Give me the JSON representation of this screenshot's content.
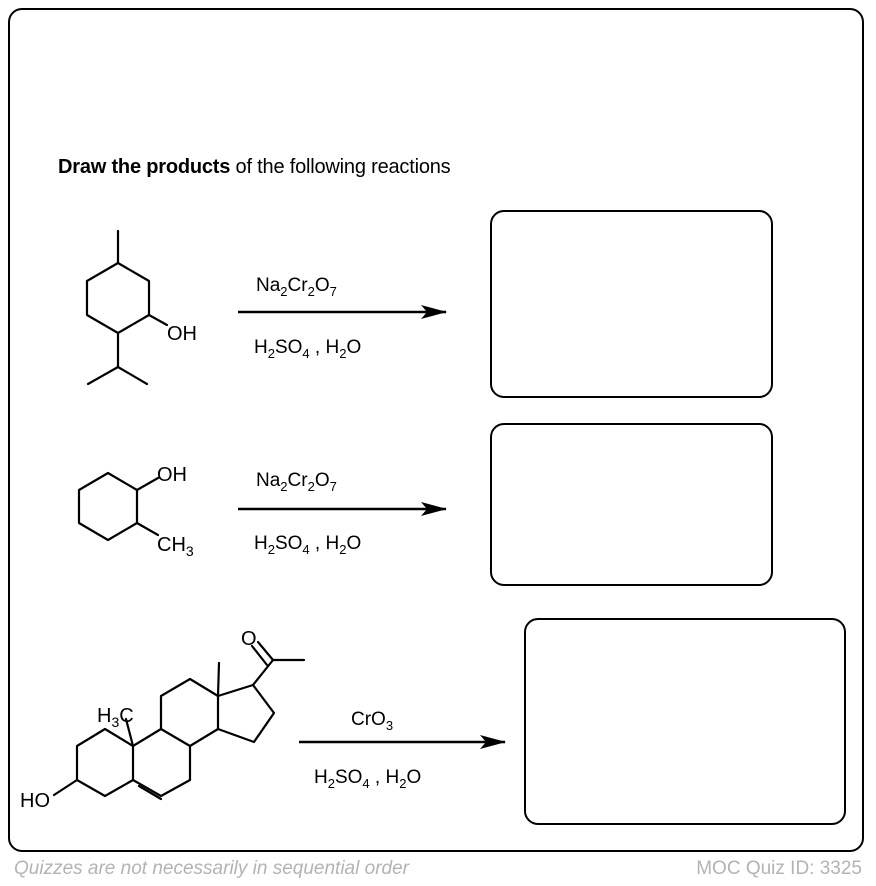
{
  "prompt": {
    "bold": "Draw the products",
    "rest": " of the following reactions"
  },
  "reactions": [
    {
      "reagent_top": [
        "Na",
        "2",
        "Cr",
        "2",
        "O",
        "7"
      ],
      "reagent_bottom": [
        "H",
        "2",
        "SO",
        "4",
        " , H",
        "2",
        "O"
      ],
      "substituents": [
        "OH"
      ]
    },
    {
      "reagent_top": [
        "Na",
        "2",
        "Cr",
        "2",
        "O",
        "7"
      ],
      "reagent_bottom": [
        "H",
        "2",
        "SO",
        "4",
        " , H",
        "2",
        "O"
      ],
      "substituents": [
        "OH",
        "CH",
        "3"
      ]
    },
    {
      "reagent_top": [
        "CrO",
        "3"
      ],
      "reagent_bottom": [
        "H",
        "2",
        "SO",
        "4",
        " , H",
        "2",
        "O"
      ],
      "substituents": [
        "O",
        "H",
        "3",
        "C",
        "HO"
      ]
    }
  ],
  "footer": {
    "left": "Quizzes are not necessarily in sequential order",
    "right": "MOC Quiz ID: 3325"
  },
  "colors": {
    "line": "#000000",
    "footer_text": "#b3b3b3",
    "background": "#ffffff"
  }
}
